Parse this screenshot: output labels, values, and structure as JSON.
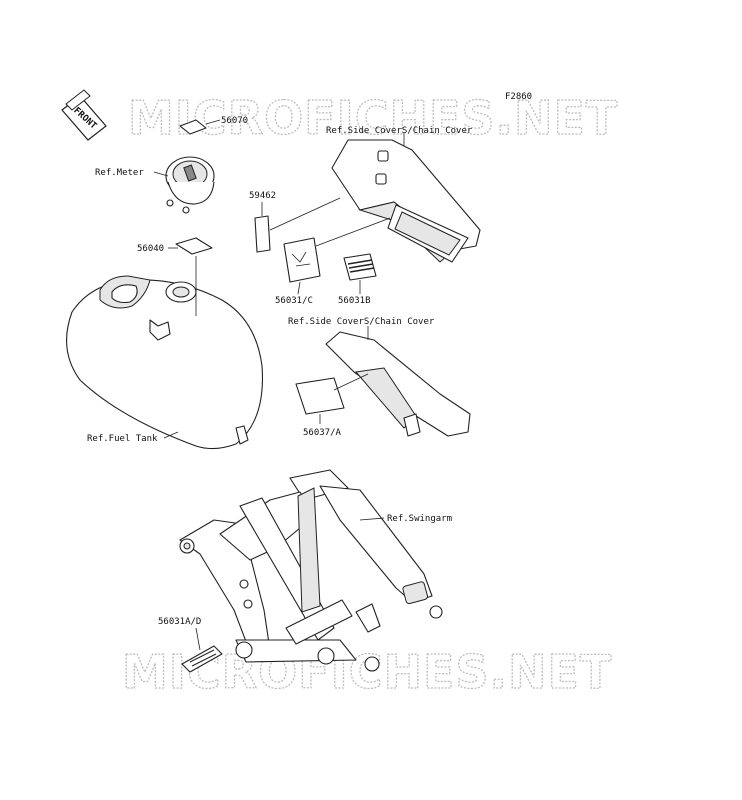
{
  "figure_code": "F2860",
  "watermark": "MICROFICHES.NET",
  "front_arrow": "FRONT",
  "labels": {
    "p56070": "56070",
    "ref_meter": "Ref.Meter",
    "ref_side_cover_1": "Ref.Side CoverS/Chain Cover",
    "p59462": "59462",
    "p56040": "56040",
    "p56031c": "56031/C",
    "p56031b": "56031B",
    "ref_side_cover_2": "Ref.Side CoverS/Chain Cover",
    "p56037a": "56037/A",
    "ref_fuel_tank": "Ref.Fuel Tank",
    "ref_swingarm": "Ref.Swingarm",
    "p56031ad": "56031A/D"
  }
}
